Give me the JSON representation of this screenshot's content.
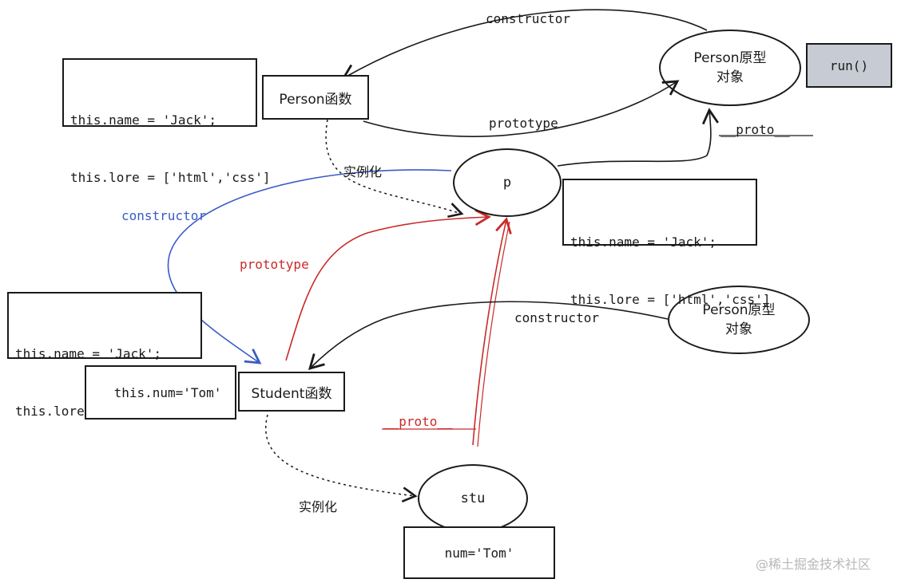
{
  "nodes": {
    "person_fields": {
      "lines": [
        "this.name = 'Jack';",
        "this.lore = ['html','css']"
      ]
    },
    "person_func": {
      "label": "Person函数"
    },
    "person_proto_top": {
      "line1": "Person原型",
      "line2": "对象"
    },
    "run_method": {
      "label": "run()"
    },
    "p_instance": {
      "label": "p"
    },
    "p_fields": {
      "lines": [
        "this.name = 'Jack';",
        "this.lore = ['html','css']"
      ]
    },
    "student_fields_inherited": {
      "lines": [
        "this.name = 'Jack';",
        "this.lore = ['html','css']"
      ]
    },
    "student_own_field": {
      "label": "this.num='Tom'"
    },
    "student_func": {
      "label": "Student函数"
    },
    "person_proto_bottom": {
      "line1": "Person原型",
      "line2": "对象"
    },
    "stu_instance": {
      "label": "stu"
    },
    "stu_fields": {
      "label": "num='Tom'"
    }
  },
  "edge_labels": {
    "constructor_top": "constructor",
    "prototype_top": "prototype",
    "proto_top": "__proto__",
    "instantiate_top": "实例化",
    "constructor_blue": "constructor",
    "prototype_red": "prototype",
    "constructor_mid": "constructor",
    "proto_red": "__proto__",
    "instantiate_bottom": "实例化"
  },
  "watermark": "@稀土掘金技术社区",
  "colors": {
    "stroke": "#1a1a1a",
    "blue": "#3a5bc7",
    "red": "#c92a2a",
    "run_fill": "#c7cbd3",
    "watermark": "#b8b8b8"
  }
}
